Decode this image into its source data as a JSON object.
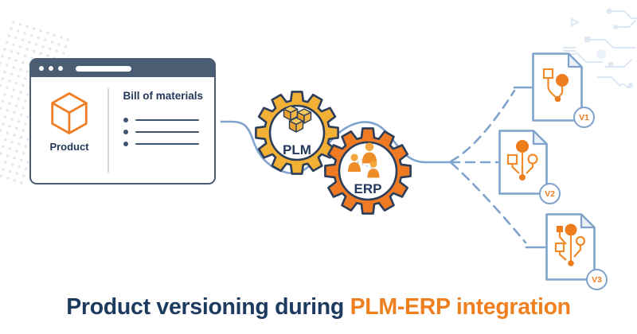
{
  "browser": {
    "product_label": "Product",
    "bom_title": "Bill of materials",
    "bom_item_count": 3
  },
  "gears": {
    "plm": {
      "label": "PLM",
      "color": "#f2b135"
    },
    "erp": {
      "label": "ERP",
      "color": "#ee7a24"
    }
  },
  "documents": [
    {
      "version": "V1"
    },
    {
      "version": "V2"
    },
    {
      "version": "V3"
    }
  ],
  "title": {
    "normal": "Product versioning during ",
    "highlight": "PLM-ERP integration"
  },
  "colors": {
    "navy_text": "#24395b",
    "title_navy": "#1d3a5f",
    "title_orange": "#f0801f",
    "gear_gold": "#f2b135",
    "gear_orange": "#ee7a24",
    "connector_blue": "#7fa3cd",
    "doc_border_blue": "#7ea2cb",
    "browser_chrome": "#4b5d72",
    "icon_orange": "#ef8b2b"
  },
  "icons": [
    "product-cube-icon",
    "plm-cubes-icon",
    "erp-people-icon",
    "version-graph-v1-icon",
    "version-graph-v2-icon",
    "version-graph-v3-icon",
    "circuit-decoration",
    "dot-pattern-decoration"
  ]
}
